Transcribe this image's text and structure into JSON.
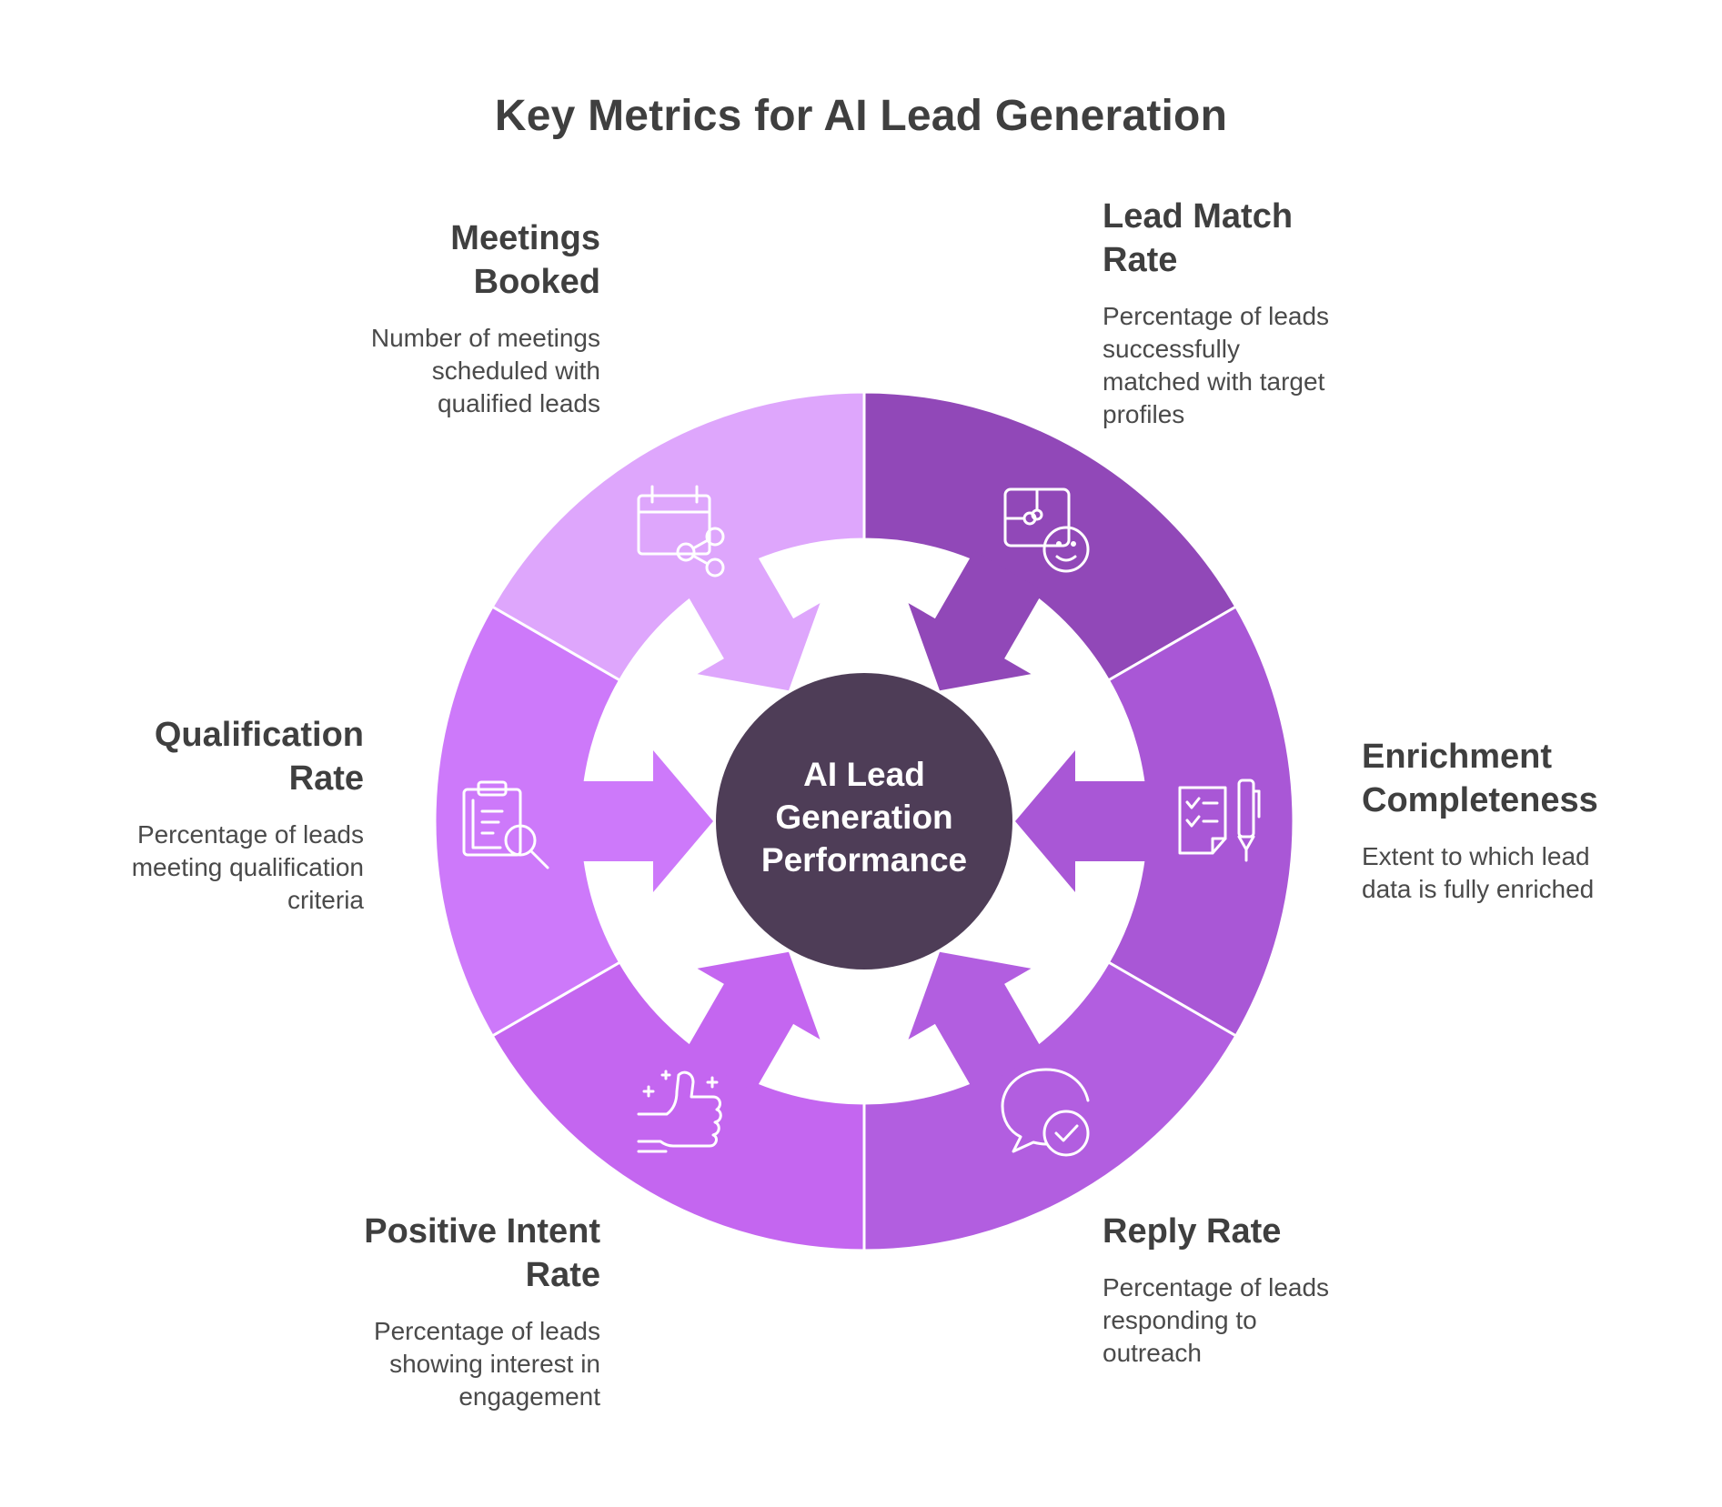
{
  "title": "Key Metrics for AI Lead Generation",
  "center": {
    "label_line1": "AI Lead",
    "label_line2": "Generation",
    "label_line3": "Performance"
  },
  "colors": {
    "center": "#4e3d57",
    "meetings_booked": "#dea6fc",
    "lead_match_rate": "#9148b8",
    "enrichment_completeness": "#a957d6",
    "reply_rate": "#b25ee0",
    "positive_intent_rate": "#c466f0",
    "qualification_rate": "#cd79fa"
  },
  "metrics": {
    "meetings_booked": {
      "title_line1": "Meetings",
      "title_line2": "Booked",
      "desc_line1": "Number of meetings",
      "desc_line2": "scheduled with",
      "desc_line3": "qualified leads",
      "icon": "calendar-share-icon"
    },
    "lead_match_rate": {
      "title_line1": "Lead Match",
      "title_line2": "Rate",
      "desc_line1": "Percentage of leads",
      "desc_line2": "successfully",
      "desc_line3": "matched with target",
      "desc_line4": "profiles",
      "icon": "puzzle-face-icon"
    },
    "enrichment_completeness": {
      "title_line1": "Enrichment",
      "title_line2": "Completeness",
      "desc_line1": "Extent to which lead",
      "desc_line2": "data is fully enriched",
      "icon": "checklist-pen-icon"
    },
    "reply_rate": {
      "title_line1": "Reply Rate",
      "desc_line1": "Percentage of leads",
      "desc_line2": "responding to",
      "desc_line3": "outreach",
      "icon": "chat-check-icon"
    },
    "positive_intent_rate": {
      "title_line1": "Positive Intent",
      "title_line2": "Rate",
      "desc_line1": "Percentage of leads",
      "desc_line2": "showing interest in",
      "desc_line3": "engagement",
      "icon": "thumbs-up-icon"
    },
    "qualification_rate": {
      "title_line1": "Qualification",
      "title_line2": "Rate",
      "desc_line1": "Percentage of leads",
      "desc_line2": "meeting qualification",
      "desc_line3": "criteria",
      "icon": "clipboard-search-icon"
    }
  }
}
